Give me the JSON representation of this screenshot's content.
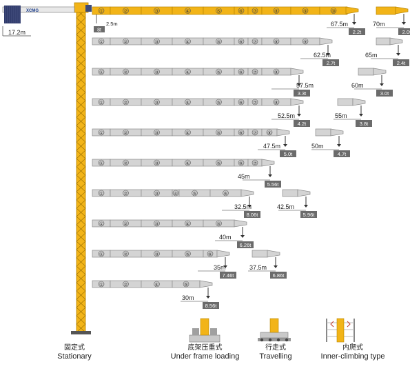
{
  "crane": {
    "mast_height_label": "17.2m",
    "min_radius_label": "2.5m",
    "min_radius_load": "8t",
    "brand": "XCMG"
  },
  "configurations": [
    {
      "segments": [
        "①",
        "②",
        "③",
        "④",
        "⑤",
        "⑥",
        "⑦",
        "⑧",
        "⑨",
        "⑩"
      ],
      "radius": "67.5m",
      "load": "2.2t"
    },
    {
      "segments": [
        "①",
        "②",
        "③",
        "④",
        "⑤",
        "⑥",
        "⑦",
        "⑧",
        "⑨",
        "⑩"
      ],
      "radius": "70m",
      "load": "2.0t"
    },
    {
      "segments": [
        "①",
        "②",
        "③",
        "④",
        "⑤",
        "⑥",
        "⑦",
        "⑧",
        "⑨"
      ],
      "radius": "62.5m",
      "load": "2.7t"
    },
    {
      "segments": [
        "①",
        "②",
        "③",
        "④",
        "⑤",
        "⑥",
        "⑦",
        "⑧",
        "⑨"
      ],
      "radius": "65m",
      "load": "2.4t"
    },
    {
      "segments": [
        "①",
        "②",
        "③",
        "④",
        "⑤",
        "⑥",
        "⑦",
        "⑧",
        "⑨"
      ],
      "radius": "57.5m",
      "load": "3.3t"
    },
    {
      "segments": [
        "①",
        "②",
        "③",
        "④",
        "⑤",
        "⑥",
        "⑦",
        "⑧"
      ],
      "radius": "60m",
      "load": "3.0t"
    },
    {
      "segments": [
        "①",
        "②",
        "③",
        "④",
        "⑤",
        "⑥",
        "⑦",
        "⑧"
      ],
      "radius": "52.5m",
      "load": "4.2t"
    },
    {
      "segments": [
        "①",
        "②",
        "③",
        "④",
        "⑤",
        "⑥",
        "⑦",
        "⑧"
      ],
      "radius": "55m",
      "load": "3.8t"
    },
    {
      "segments": [
        "①",
        "②",
        "③",
        "④",
        "⑤",
        "⑥",
        "⑦",
        "⑧"
      ],
      "radius": "47.5m",
      "load": "5.0t"
    },
    {
      "segments": [
        "①",
        "②",
        "③",
        "④",
        "⑤",
        "⑥",
        "⑦",
        "⑧"
      ],
      "radius": "50m",
      "load": "4.7t"
    },
    {
      "segments": [
        "①",
        "②",
        "③",
        "④",
        "⑤",
        "⑥",
        "⑦"
      ],
      "radius": "45m",
      "load": "5.56t"
    },
    {
      "segments": [
        "①",
        "②",
        "③",
        "④",
        "⑤",
        "⑥"
      ],
      "radius": "32.5m",
      "load": "8.06t"
    },
    {
      "segments": [
        "①",
        "②",
        "③",
        "④",
        "⑤",
        "⑥"
      ],
      "radius": "42.5m",
      "load": "5.96t"
    },
    {
      "segments": [
        "①",
        "②",
        "③",
        "④",
        "⑤"
      ],
      "radius": "40m",
      "load": "6.26t"
    },
    {
      "segments": [
        "①",
        "②",
        "③",
        "⑤",
        "⑥"
      ],
      "radius": "35m",
      "load": "7.46t"
    },
    {
      "segments": [
        "①",
        "②",
        "③",
        "⑤",
        "⑥"
      ],
      "radius": "37.5m",
      "load": "6.86t"
    },
    {
      "segments": [
        "①",
        "②",
        "④",
        "⑤"
      ],
      "radius": "30m",
      "load": "8.56t"
    }
  ],
  "base_types": [
    {
      "cn": "固定式",
      "en": "Stationary"
    },
    {
      "cn": "底架压重式",
      "en": "Under frame loading"
    },
    {
      "cn": "行走式",
      "en": "Travelling"
    },
    {
      "cn": "内爬式",
      "en": "Inner-climbing type"
    }
  ],
  "colors": {
    "crane_yellow": "#f2b418",
    "jib_grey": "#d4d4d4",
    "load_box": "#6b6b6b",
    "tower_dark": "#2f3a6a"
  }
}
